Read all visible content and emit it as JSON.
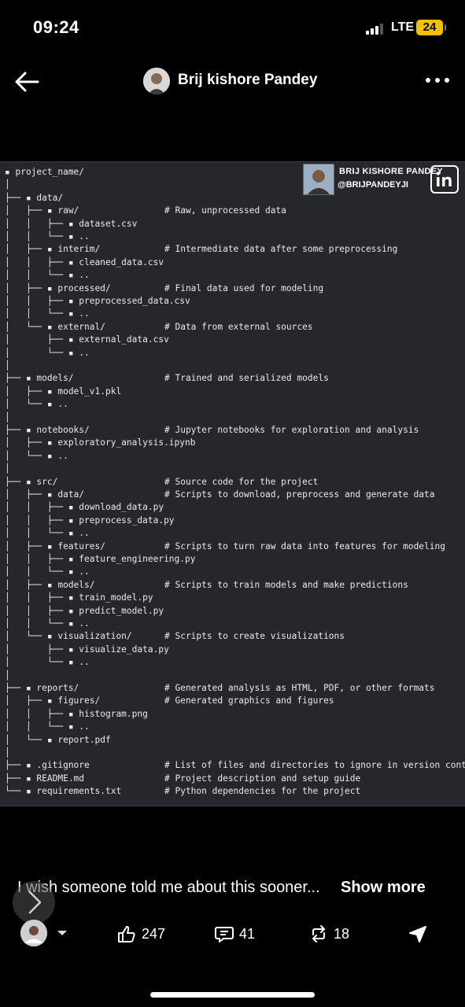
{
  "status": {
    "time": "09:24",
    "network": "LTE",
    "battery": "24"
  },
  "header": {
    "author": "Brij kishore Pandey"
  },
  "post_image": {
    "brand_name": "BRIJ KISHORE PANDEY",
    "brand_handle": "@BRIJPANDEYJI",
    "lines": [
      {
        "tree": "▪ project_name/",
        "comment": ""
      },
      {
        "tree": "│",
        "comment": ""
      },
      {
        "tree": "├── ▪ data/",
        "comment": ""
      },
      {
        "tree": "│   ├── ▪ raw/",
        "comment": "# Raw, unprocessed data"
      },
      {
        "tree": "│   │   ├── ▪ dataset.csv",
        "comment": ""
      },
      {
        "tree": "│   │   └── ▪ ..",
        "comment": ""
      },
      {
        "tree": "│   ├── ▪ interim/",
        "comment": "# Intermediate data after some preprocessing"
      },
      {
        "tree": "│   │   ├── ▪ cleaned_data.csv",
        "comment": ""
      },
      {
        "tree": "│   │   └── ▪ ..",
        "comment": ""
      },
      {
        "tree": "│   ├── ▪ processed/",
        "comment": "# Final data used for modeling"
      },
      {
        "tree": "│   │   ├── ▪ preprocessed_data.csv",
        "comment": ""
      },
      {
        "tree": "│   │   └── ▪ ..",
        "comment": ""
      },
      {
        "tree": "│   └── ▪ external/",
        "comment": "# Data from external sources"
      },
      {
        "tree": "│       ├── ▪ external_data.csv",
        "comment": ""
      },
      {
        "tree": "│       └── ▪ ..",
        "comment": ""
      },
      {
        "tree": "│",
        "comment": ""
      },
      {
        "tree": "├── ▪ models/",
        "comment": "# Trained and serialized models"
      },
      {
        "tree": "│   ├── ▪ model_v1.pkl",
        "comment": ""
      },
      {
        "tree": "│   └── ▪ ..",
        "comment": ""
      },
      {
        "tree": "│",
        "comment": ""
      },
      {
        "tree": "├── ▪ notebooks/",
        "comment": "# Jupyter notebooks for exploration and analysis"
      },
      {
        "tree": "│   ├── ▪ exploratory_analysis.ipynb",
        "comment": ""
      },
      {
        "tree": "│   └── ▪ ..",
        "comment": ""
      },
      {
        "tree": "│",
        "comment": ""
      },
      {
        "tree": "├── ▪ src/",
        "comment": "# Source code for the project"
      },
      {
        "tree": "│   ├── ▪ data/",
        "comment": "# Scripts to download, preprocess and generate data"
      },
      {
        "tree": "│   │   ├── ▪ download_data.py",
        "comment": ""
      },
      {
        "tree": "│   │   ├── ▪ preprocess_data.py",
        "comment": ""
      },
      {
        "tree": "│   │   └── ▪ ..",
        "comment": ""
      },
      {
        "tree": "│   ├── ▪ features/",
        "comment": "# Scripts to turn raw data into features for modeling"
      },
      {
        "tree": "│   │   ├── ▪ feature_engineering.py",
        "comment": ""
      },
      {
        "tree": "│   │   └── ▪ ..",
        "comment": ""
      },
      {
        "tree": "│   ├── ▪ models/",
        "comment": "# Scripts to train models and make predictions"
      },
      {
        "tree": "│   │   ├── ▪ train_model.py",
        "comment": ""
      },
      {
        "tree": "│   │   ├── ▪ predict_model.py",
        "comment": ""
      },
      {
        "tree": "│   │   └── ▪ ..",
        "comment": ""
      },
      {
        "tree": "│   └── ▪ visualization/",
        "comment": "# Scripts to create visualizations"
      },
      {
        "tree": "│       ├── ▪ visualize_data.py",
        "comment": ""
      },
      {
        "tree": "│       └── ▪ ..",
        "comment": ""
      },
      {
        "tree": "│",
        "comment": ""
      },
      {
        "tree": "├── ▪ reports/",
        "comment": "# Generated analysis as HTML, PDF, or other formats"
      },
      {
        "tree": "│   ├── ▪ figures/",
        "comment": "# Generated graphics and figures"
      },
      {
        "tree": "│   │   ├── ▪ histogram.png",
        "comment": ""
      },
      {
        "tree": "│   │   └── ▪ ..",
        "comment": ""
      },
      {
        "tree": "│   └── ▪ report.pdf",
        "comment": ""
      },
      {
        "tree": "│",
        "comment": ""
      },
      {
        "tree": "├── ▪ .gitignore",
        "comment": "# List of files and directories to ignore in version cont"
      },
      {
        "tree": "├── ▪ README.md",
        "comment": "# Project description and setup guide"
      },
      {
        "tree": "└── ▪ requirements.txt",
        "comment": "# Python dependencies for the project"
      }
    ]
  },
  "caption": {
    "text": "I wish someone told me about this sooner...",
    "show_more": "Show more"
  },
  "actions": {
    "likes": "247",
    "comments": "41",
    "reposts": "18"
  },
  "colors": {
    "background": "#000000",
    "code_bg": "#25272b",
    "battery": "#f2c200"
  }
}
